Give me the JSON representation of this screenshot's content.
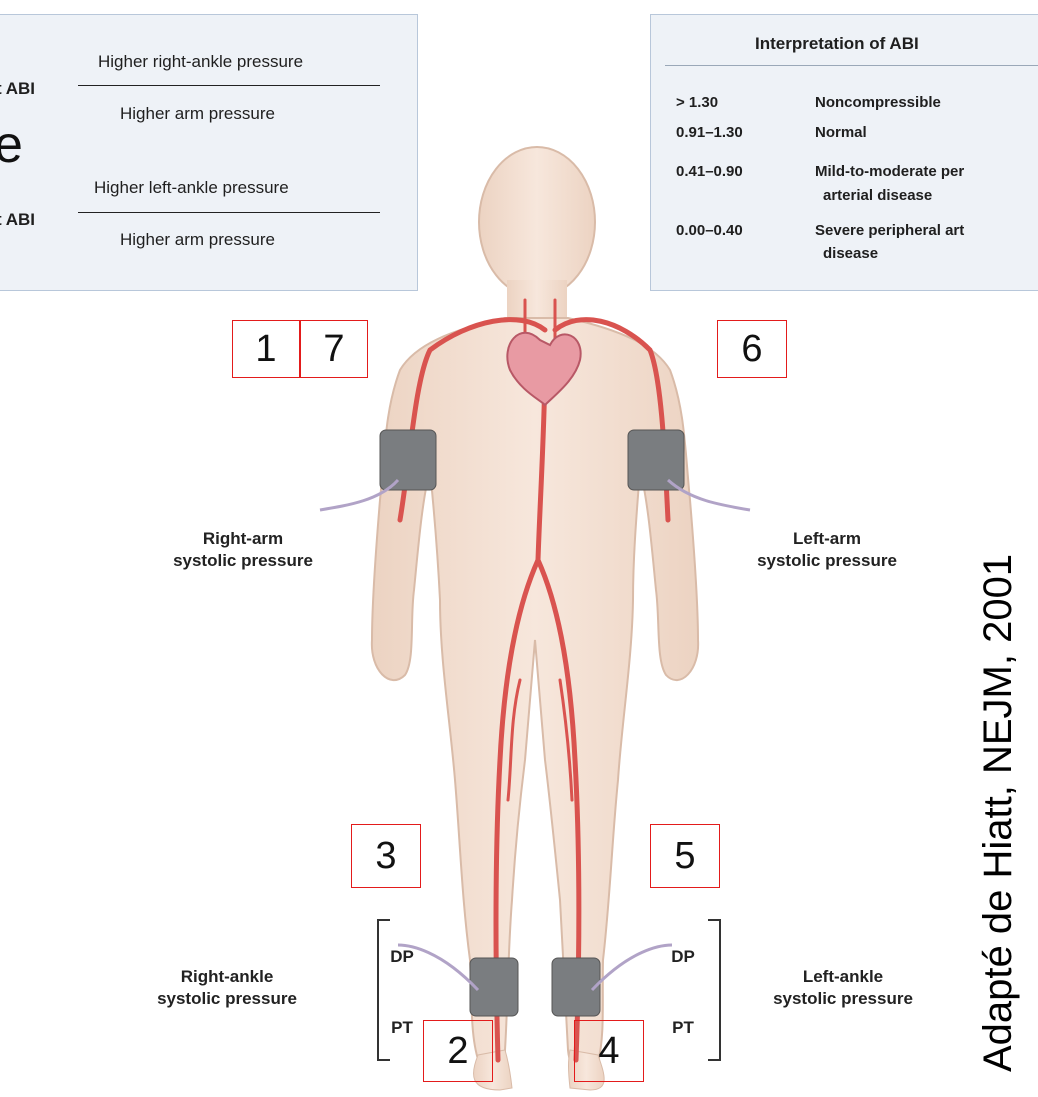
{
  "abi_formula": {
    "right_label": "t ABI",
    "right_numerator": "Higher right-ankle pressure",
    "right_denominator": "Higher arm pressure",
    "left_label": "t ABI",
    "left_numerator": "Higher left-ankle pressure",
    "left_denominator": "Higher arm pressure",
    "overflow_glyph": "e"
  },
  "interpretation": {
    "title": "Interpretation of ABI",
    "rows": [
      {
        "range": "> 1.30",
        "meaning": "Noncompressible",
        "meaning2": ""
      },
      {
        "range": "0.91–1.30",
        "meaning": "Normal",
        "meaning2": ""
      },
      {
        "range": "0.41–0.90",
        "meaning": "Mild-to-moderate per",
        "meaning2": "arterial disease"
      },
      {
        "range": "0.00–0.40",
        "meaning": "Severe peripheral art",
        "meaning2": "disease"
      }
    ]
  },
  "markers": [
    "1",
    "7",
    "6",
    "3",
    "5",
    "2",
    "4"
  ],
  "labels": {
    "right_arm_1": "Right-arm",
    "right_arm_2": "systolic pressure",
    "left_arm_1": "Left-arm",
    "left_arm_2": "systolic pressure",
    "right_ankle_1": "Right-ankle",
    "right_ankle_2": "systolic pressure",
    "left_ankle_1": "Left-ankle",
    "left_ankle_2": "systolic pressure",
    "dp": "DP",
    "pt": "PT"
  },
  "credit": "Adapté de Hiatt, NEJM, 2001",
  "colors": {
    "body": "#f3e0d2",
    "artery": "#d9534f",
    "cuff": "#7a7d80",
    "box_border": "#e31b1b",
    "panel": "#eef2f7"
  }
}
